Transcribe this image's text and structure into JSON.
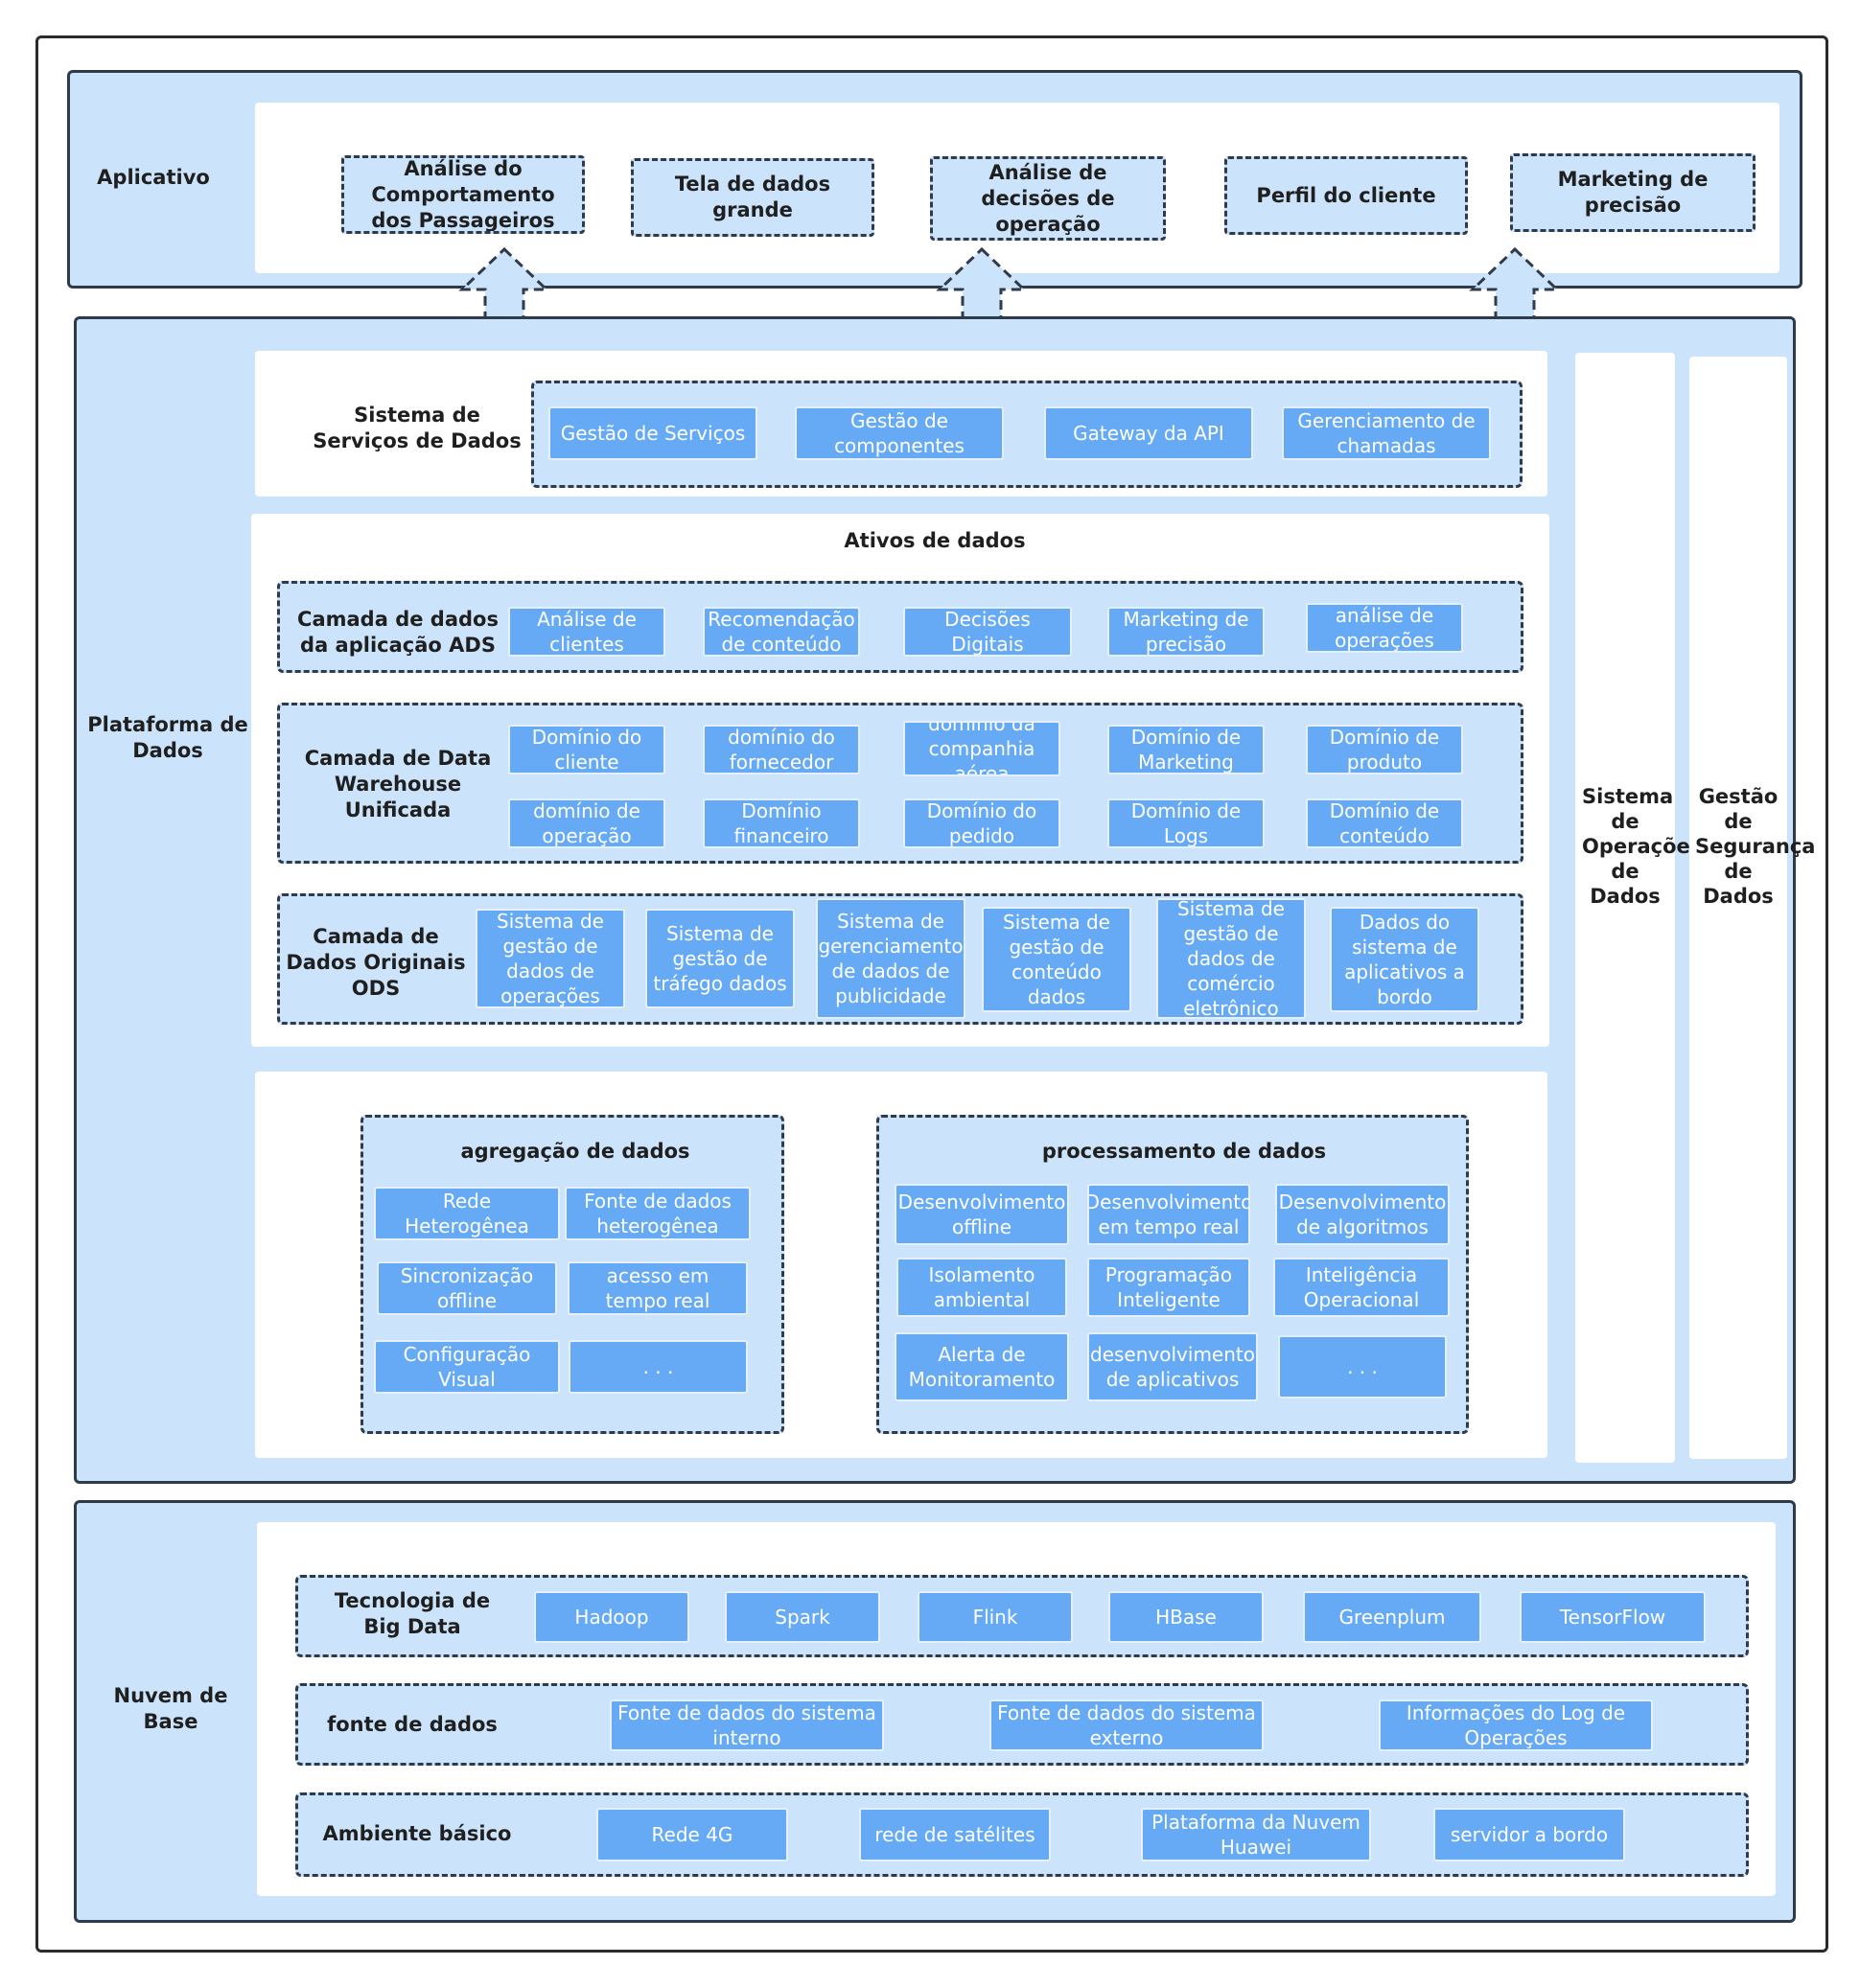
{
  "app": {
    "title": "Aplicativo",
    "items": [
      "Análise do Comportamento dos Passageiros",
      "Tela de dados grande",
      "Análise de decisões de operação",
      "Perfil do cliente",
      "Marketing de precisão"
    ]
  },
  "platform": {
    "title": "Plataforma de Dados",
    "services": {
      "title": "Sistema de Serviços de Dados",
      "items": [
        "Gestão de Serviços",
        "Gestão de componentes",
        "Gateway da API",
        "Gerenciamento de chamadas"
      ]
    },
    "assets": {
      "title": "Ativos de dados",
      "ads": {
        "title": "Camada de dados da aplicação ADS",
        "items": [
          "Análise de clientes",
          "Recomendação de conteúdo",
          "Decisões Digitais",
          "Marketing de precisão",
          "análise de operações"
        ]
      },
      "dw": {
        "title": "Camada de Data Warehouse Unificada",
        "row1": [
          "Domínio do cliente",
          "domínio do fornecedor",
          "domínio da companhia aérea",
          "Domínio de Marketing",
          "Domínio de produto"
        ],
        "row2": [
          "domínio de operação",
          "Domínio financeiro",
          "Domínio do pedido",
          "Domínio de Logs",
          "Domínio de conteúdo"
        ]
      },
      "ods": {
        "title": "Camada de Dados Originais ODS",
        "items": [
          "Sistema de gestão de dados de operações",
          "Sistema de gestão de tráfego dados",
          "Sistema de gerenciamento de dados de publicidade",
          "Sistema de gestão de conteúdo dados",
          "Sistema de gestão de dados de comércio eletrônico",
          "Dados do sistema de aplicativos a bordo"
        ]
      }
    },
    "aggregation": {
      "title": "agregação de dados",
      "items": [
        "Rede Heterogênea",
        "Fonte de dados heterogênea",
        "Sincronização offline",
        "acesso em tempo real",
        "Configuração Visual",
        ". . ."
      ]
    },
    "processing": {
      "title": "processamento de dados",
      "items": [
        "Desenvolvimento offline",
        "Desenvolvimento em tempo real",
        "Desenvolvimento de algoritmos",
        "Isolamento ambiental",
        "Programação Inteligente",
        "Inteligência Operacional",
        "Alerta de Monitoramento",
        "desenvolvimento de aplicativos",
        ". . ."
      ]
    },
    "ops": "Sistema de Operações de Dados",
    "security": "Gestão de Segurança de Dados"
  },
  "base": {
    "title": "Nuvem de Base",
    "bigdata": {
      "title": "Tecnologia de Big Data",
      "items": [
        "Hadoop",
        "Spark",
        "Flink",
        "HBase",
        "Greenplum",
        "TensorFlow"
      ]
    },
    "sources": {
      "title": "fonte de dados",
      "items": [
        "Fonte de dados do sistema interno",
        "Fonte de dados do sistema externo",
        "Informações do Log de Operações"
      ]
    },
    "env": {
      "title": "Ambiente básico",
      "items": [
        "Rede 4G",
        "rede de satélites",
        "Plataforma da Nuvem Huawei",
        "servidor a bordo"
      ]
    }
  },
  "colors": {
    "band": "#cce4fb",
    "chip": "#66aaf5",
    "border": "#2f3a4a"
  }
}
